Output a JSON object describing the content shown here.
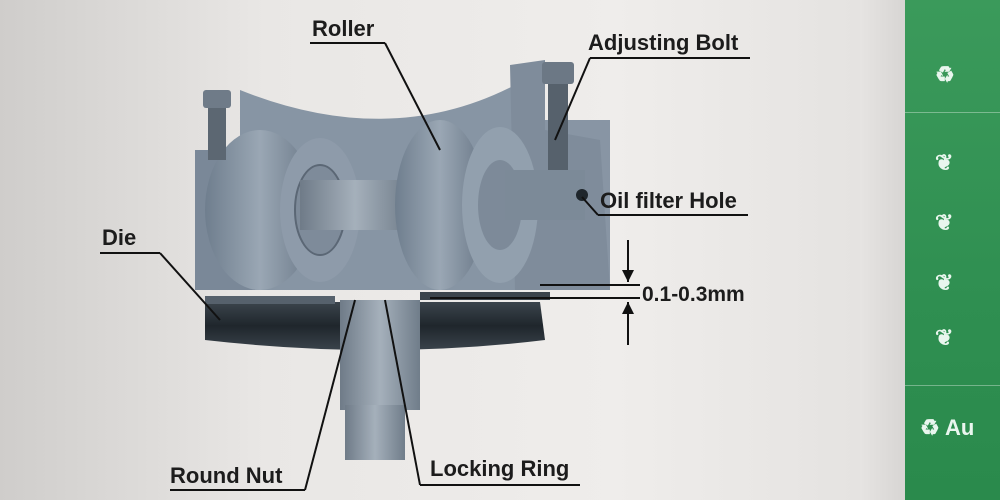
{
  "diagram": {
    "labels": {
      "roller": "Roller",
      "adjusting_bolt": "Adjusting Bolt",
      "oil_filter_hole": "Oil filter Hole",
      "die": "Die",
      "gap": "0.1-0.3mm",
      "round_nut": "Round Nut",
      "locking_ring": "Locking Ring"
    }
  },
  "sidebar": {
    "items": [
      {
        "icon": "recycle-icon",
        "label": ""
      },
      {
        "icon": "leaf-icon",
        "label": ""
      },
      {
        "icon": "leaf-icon",
        "label": ""
      },
      {
        "icon": "leaf-icon",
        "label": ""
      },
      {
        "icon": "leaf-icon",
        "label": ""
      },
      {
        "icon": "recycle-icon",
        "label": "Au"
      }
    ]
  },
  "colors": {
    "sidebar_green": "#2f8f51",
    "machine_blue_gray": "#8a98a8",
    "die_dark": "#2b3238"
  }
}
